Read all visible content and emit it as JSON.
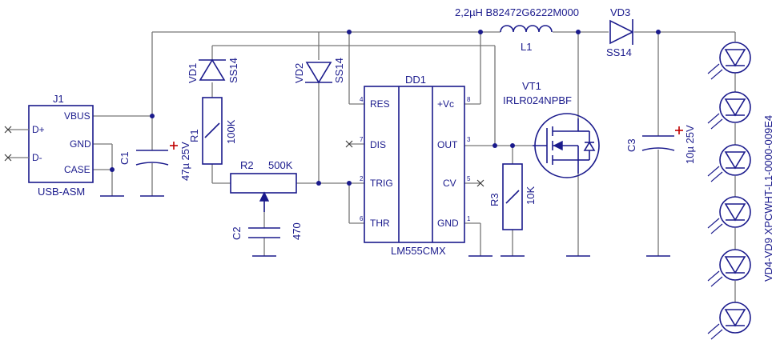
{
  "labels": {
    "j1_ref": "J1",
    "j1_name": "USB-ASM",
    "j1_vbus": "VBUS",
    "j1_dplus": "D+",
    "j1_gnd": "GND",
    "j1_dminus": "D-",
    "j1_case": "CASE",
    "c1_ref": "C1",
    "c1_val": "47µ 25V",
    "r1_ref": "R1",
    "r1_val": "100K",
    "vd1_ref": "VD1",
    "vd1_val": "SS14",
    "vd2_ref": "VD2",
    "vd2_val": "SS14",
    "r2_ref": "R2",
    "r2_val": "500K",
    "c2_ref": "C2",
    "c2_val": "470",
    "dd1_ref": "DD1",
    "dd1_name": "LM555CMX",
    "dd1_res": "RES",
    "dd1_dis": "DIS",
    "dd1_trig": "TRIG",
    "dd1_thr": "THR",
    "dd1_vc": "+Vc",
    "dd1_out": "OUT",
    "dd1_cv": "CV",
    "dd1_gnd": "GND",
    "pin4": "4",
    "pin7": "7",
    "pin2": "2",
    "pin6": "6",
    "pin8": "8",
    "pin3": "3",
    "pin5": "5",
    "pin1": "1",
    "l1_val": "2,2µH B82472G6222M000",
    "l1_ref": "L1",
    "vd3_ref": "VD3",
    "vd3_val": "SS14",
    "vt1_ref": "VT1",
    "vt1_val": "IRLR024NPBF",
    "r3_ref": "R3",
    "r3_val": "10K",
    "c3_ref": "C3",
    "c3_val": "10µ 25V",
    "led_label": "VD4-VD9 XPCWHT-L1-0000-009E4",
    "plus": "+"
  },
  "colors": {
    "wire": "#777777",
    "component": "#1a1a8c",
    "polarity": "#c00000"
  }
}
